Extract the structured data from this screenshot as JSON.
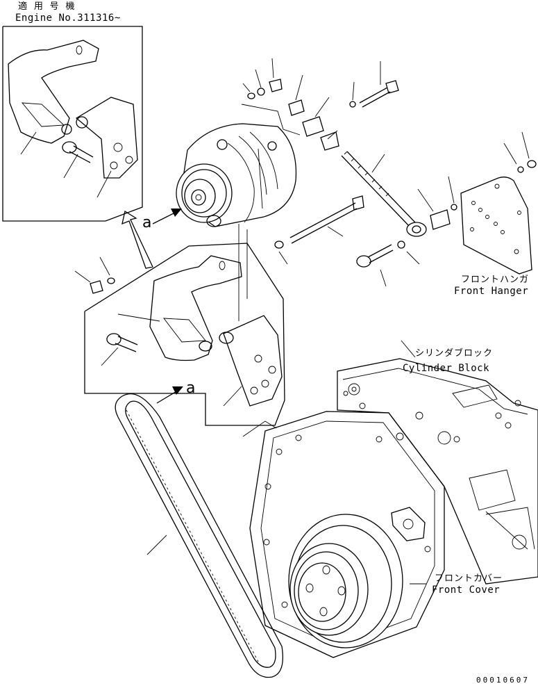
{
  "header": {
    "applicable_models_jp": "適 用 号 機",
    "engine_no": "Engine No.311316~"
  },
  "labels": {
    "front_hanger_jp": "フロントハンガ",
    "front_hanger_en": "Front Hanger",
    "cylinder_block_jp": "シリンダブロック",
    "cylinder_block_en": "Cylinder Block",
    "front_cover_jp": "フロントカバー",
    "front_cover_en": "Front Cover"
  },
  "view_markers": {
    "upper": "a",
    "lower": "a"
  },
  "drawing_code": "00010607"
}
